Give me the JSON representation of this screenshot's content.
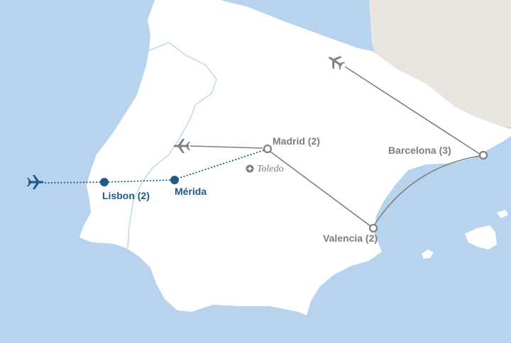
{
  "colors": {
    "sea": "#b7d3ee",
    "land": "#ffffff",
    "france": "#e9e6e1",
    "border": "#b7d3ee",
    "route_gray": "#808080",
    "route_blue": "#1c5a87"
  },
  "cities": {
    "madrid": "Madrid (2)",
    "barcelona": "Barcelona (3)",
    "valencia": "Valencia (2)",
    "lisbon": "Lisbon (2)",
    "merida": "Mérida"
  },
  "excursion": {
    "toledo": "Toledo",
    "icon": "plus-circle-icon"
  },
  "icons": {
    "flight": "plane-icon",
    "stop_overnight": "ring-marker-icon",
    "stop_blue": "filled-dot-icon"
  }
}
